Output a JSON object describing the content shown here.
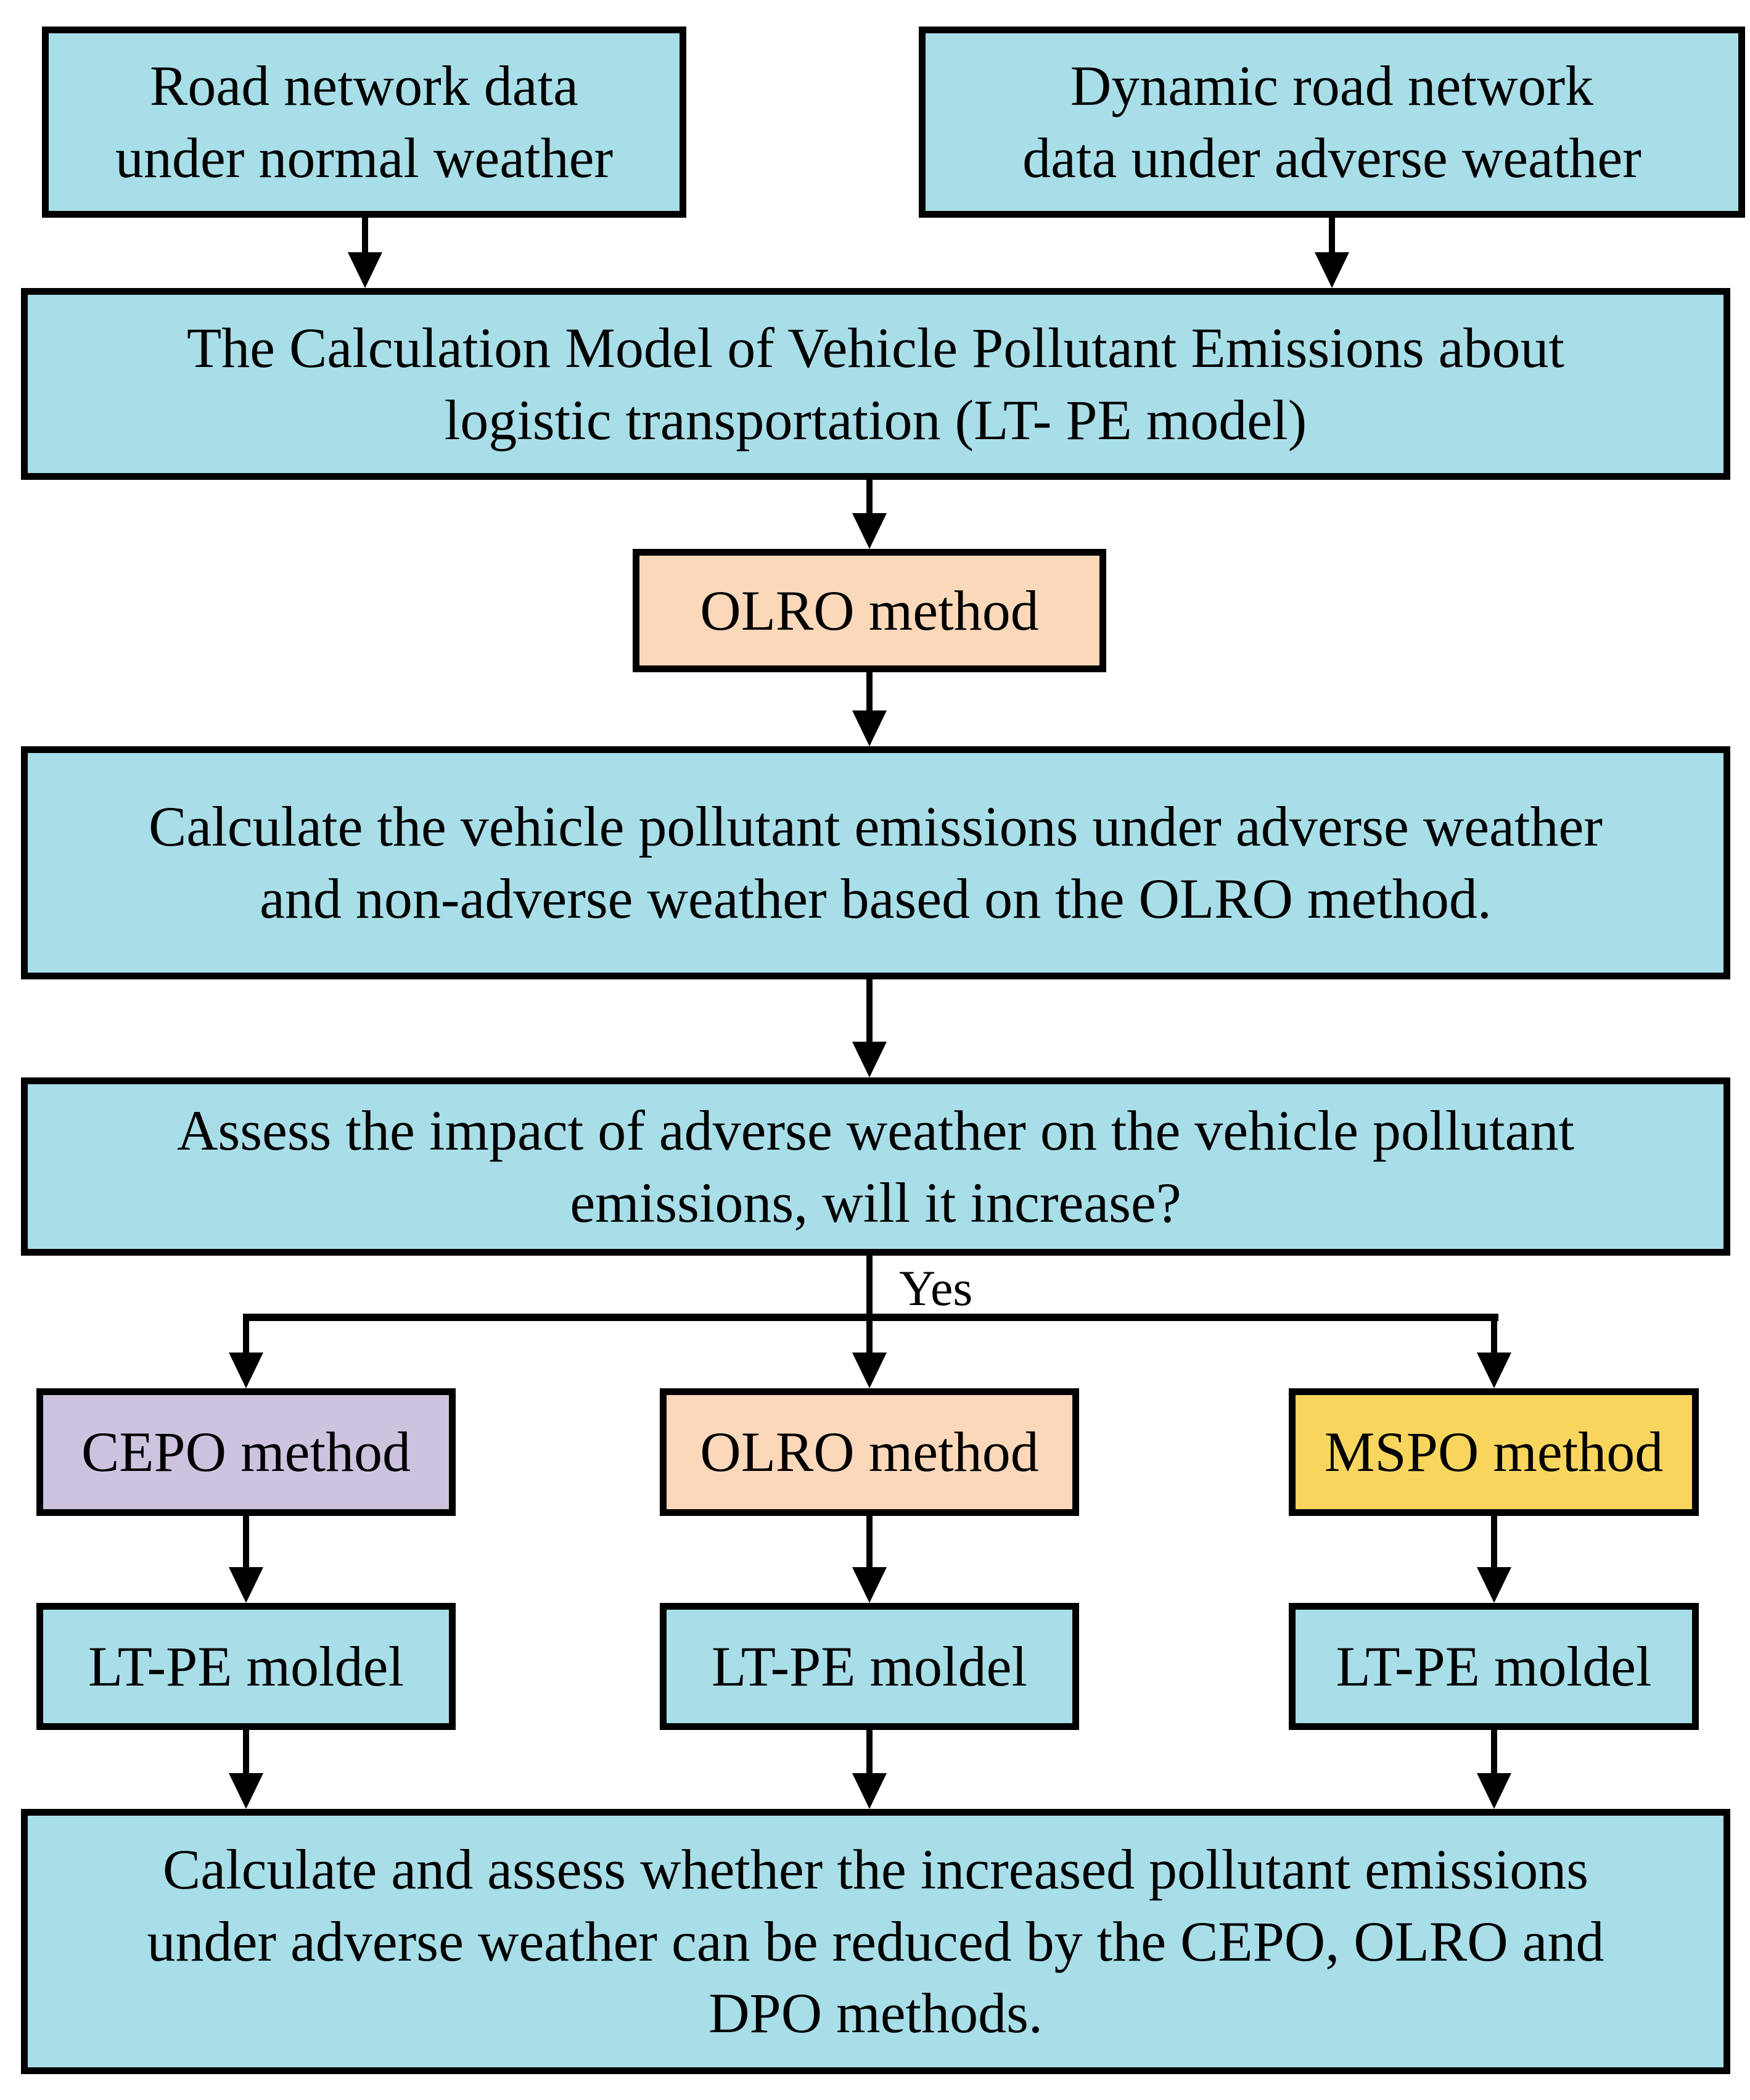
{
  "figure": {
    "type": "flowchart",
    "background": "#FFFFFF",
    "colors": {
      "process_fill": "#A8DEE8",
      "olro_fill": "#FBD8BA",
      "cepo_fill": "#CDC3DF",
      "mspo_fill": "#F8D65E",
      "border": "#000000",
      "text": "#000000"
    },
    "nodes": {
      "road_normal": "Road network data\nunder normal weather",
      "road_adverse": "Dynamic road network\ndata under adverse weather",
      "ltpe_model": "The Calculation Model of Vehicle Pollutant Emissions about\nlogistic transportation (LT- PE model)",
      "olro_top": "OLRO method",
      "calculate_emissions": "Calculate the vehicle pollutant emissions under adverse weather\nand non-adverse weather based on the OLRO method.",
      "assess_impact": "Assess the impact of adverse weather on the vehicle pollutant\nemissions, will it increase?",
      "cepo": "CEPO method",
      "olro_mid": "OLRO method",
      "mspo": "MSPO method",
      "ltpe_left": "LT-PE moldel",
      "ltpe_center": "LT-PE moldel",
      "ltpe_right": "LT-PE moldel",
      "final_assess": "Calculate and assess whether the increased pollutant emissions\nunder adverse weather can be reduced by the CEPO, OLRO and\nDPO methods."
    },
    "edge_labels": {
      "yes": "Yes"
    }
  }
}
